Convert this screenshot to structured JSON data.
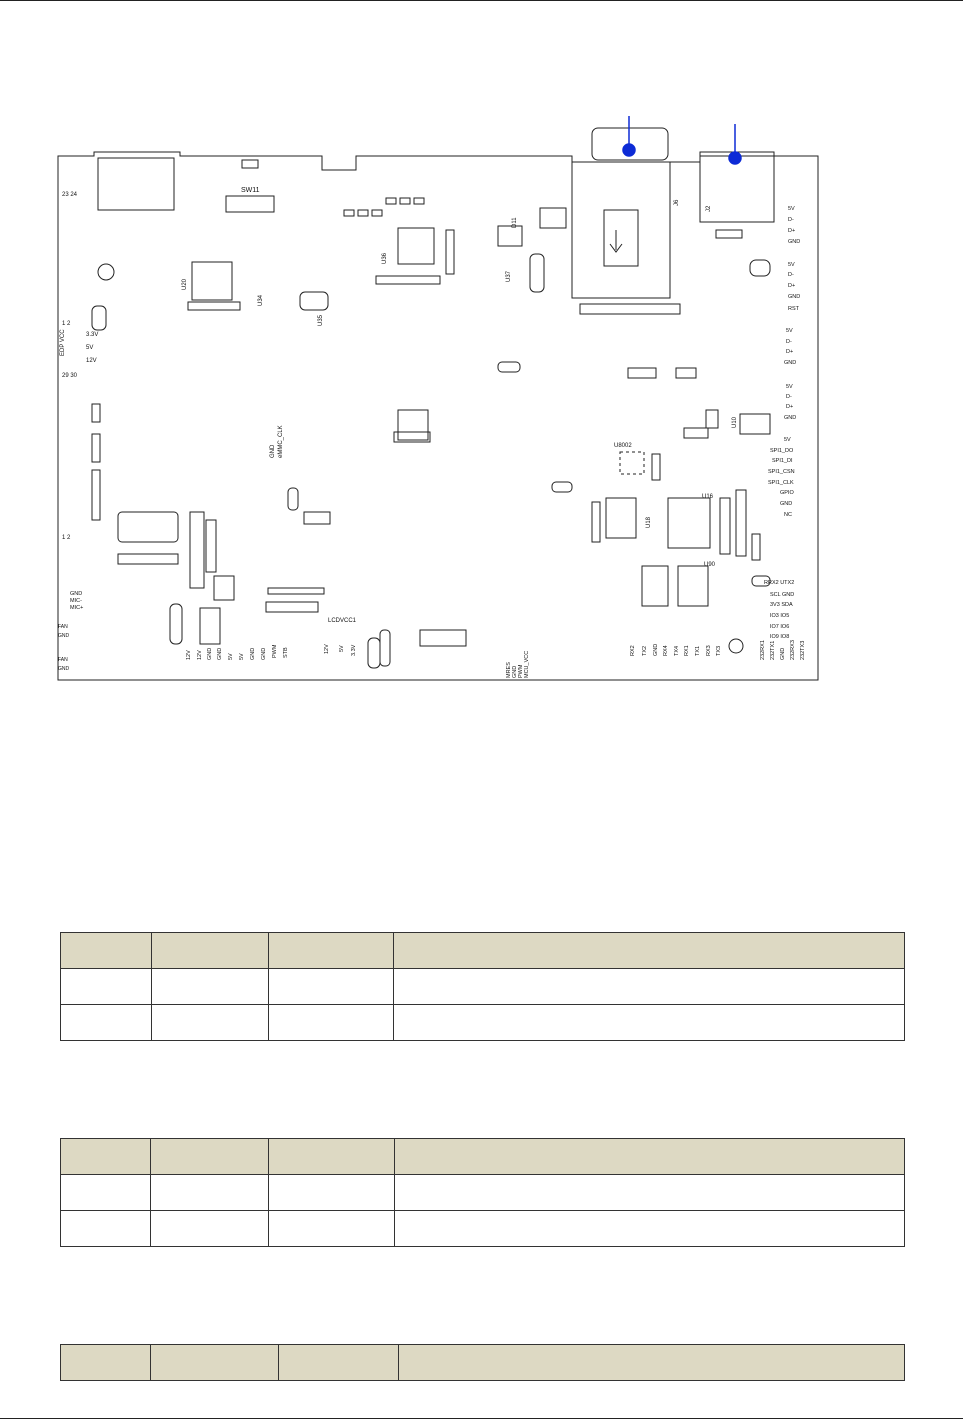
{
  "board": {
    "labels": {
      "sw11": "SW11",
      "u36": "U36",
      "u20": "U20",
      "u34": "U34",
      "u35": "U35",
      "u37": "U37",
      "d11": "D11",
      "j6": "J6",
      "j2": "J2",
      "u10": "U10",
      "u8002": "U8002",
      "u18": "U18",
      "u16": "U16",
      "u90": "U90",
      "lcdvcc1": "LCDVCC1",
      "edp_vcc": "EDP VCC",
      "gnd_emmc": "GND",
      "emmc_clk": "eMMC_CLK",
      "pin_23_24": "23  24",
      "pin_1_2_a": "1   2",
      "pin_29_30": "29  30",
      "pin_1_2_b": "1   2",
      "v33": "3.3V",
      "v5": "5V",
      "v12": "12V",
      "right_usb1": [
        "5V",
        "D-",
        "D+",
        "GND"
      ],
      "right_usb2": [
        "5V",
        "D-",
        "D+",
        "GND",
        "RST"
      ],
      "right_usb3": [
        "5V",
        "D-",
        "D+",
        "GND"
      ],
      "right_usb4": [
        "5V",
        "D-",
        "D+",
        "GND"
      ],
      "right_spi": [
        "5V",
        "SPI1_DO",
        "SPI1_DI",
        "SPI1_CSN",
        "SPI1_CLK",
        "GPIO",
        "GND",
        "NC"
      ],
      "right_io": [
        "RRX2 UTX2",
        "SCL GND",
        "3V3 SDA",
        "IO3  IO5",
        "IO7  IO6",
        "IO9  IO8"
      ],
      "left_audio": [
        "GND",
        "MIC-",
        "MIC+"
      ],
      "left_fan": [
        "FAN",
        "GND",
        "FAN",
        "GND"
      ],
      "bottom_power": [
        "12V",
        "12V",
        "GND",
        "GND",
        "5V",
        "5V",
        "GND",
        "GND"
      ],
      "bottom_lcd": [
        "PWM",
        "STB",
        "12V",
        "5V",
        "3.3V"
      ],
      "bottom_misc": [
        "MRES",
        "GND",
        "PWM",
        "MCU_VCC"
      ],
      "bottom_uart": [
        "RX2",
        "TX2",
        "GND",
        "RX4",
        "TX4",
        "RX1",
        "TX1",
        "RX3",
        "TX3"
      ],
      "bottom_232": [
        "232RX1",
        "232TX1",
        "GND",
        "232RX3",
        "232TX3"
      ]
    }
  },
  "tables": [
    {
      "headers": [
        "",
        "",
        "",
        ""
      ],
      "rows": [
        [
          "",
          "",
          "",
          ""
        ],
        [
          "",
          "",
          "",
          ""
        ]
      ]
    },
    {
      "headers": [
        "",
        "",
        "",
        ""
      ],
      "rows": [
        [
          "",
          "",
          "",
          ""
        ],
        [
          "",
          "",
          "",
          ""
        ]
      ]
    },
    {
      "headers": [
        "",
        "",
        "",
        ""
      ],
      "rows": []
    }
  ],
  "colors": {
    "callout": "#0d2bd6",
    "header_fill": "#ddd9c3",
    "line": "#222222"
  }
}
